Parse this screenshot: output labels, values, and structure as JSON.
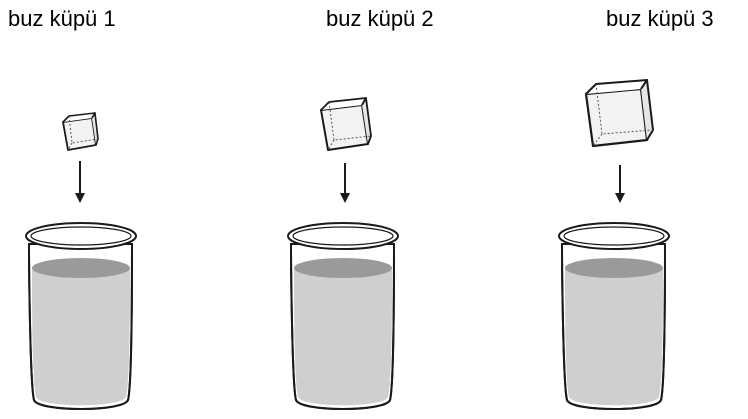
{
  "labels": {
    "cube_1": "buz küpü 1",
    "cube_2": "buz küpü 2",
    "cube_3": "buz küpü 3"
  },
  "colors": {
    "outline": "#1a1a1a",
    "liquid": "#cfcfcf",
    "liquid_surface": "#9a9a9a",
    "cube_face": "#f3f3f3"
  }
}
